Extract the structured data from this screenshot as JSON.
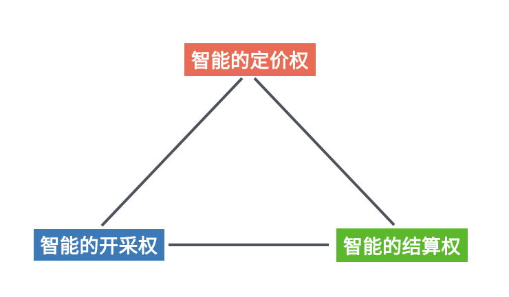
{
  "diagram": {
    "background_color": "#ffffff",
    "connector_color": "#4e525b",
    "nodes": {
      "top": {
        "label": "智能的定价权",
        "color": "#e86c55",
        "text_color": "#ffffff"
      },
      "bottom_left": {
        "label": "智能的开采权",
        "color": "#3c79b6",
        "text_color": "#ffffff"
      },
      "bottom_right": {
        "label": "智能的结算权",
        "color": "#5bb82d",
        "text_color": "#ffffff"
      }
    }
  }
}
